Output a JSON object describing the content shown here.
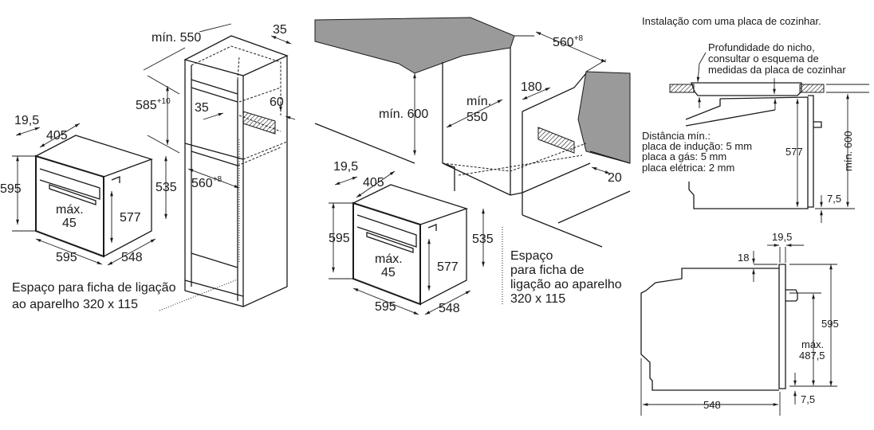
{
  "left_view": {
    "niche_depth": "mín. 550",
    "top_gap": "35",
    "niche_height": "585",
    "niche_height_tol": "+10",
    "vent_depth": "35",
    "vent_height": "60",
    "niche_width": "560",
    "niche_width_tol": "+8",
    "front_thickness": "19,5",
    "front_depth": "405",
    "oven_height": "595",
    "body_height": "535",
    "max_label": "máx.",
    "max_value": "45",
    "inner_height": "577",
    "oven_width": "595",
    "oven_depth": "548",
    "socket_note_line1": "Espaço para ficha de ligação",
    "socket_note_line2": "ao aparelho 320 x 115"
  },
  "middle_view": {
    "niche_width": "560",
    "niche_width_tol": "+8",
    "min_height": "mín. 600",
    "min_depth_label": "mín.",
    "min_depth_value": "550",
    "vent_width": "180",
    "vent_gap": "20",
    "front_thickness": "19,5",
    "front_depth": "405",
    "oven_height": "595",
    "body_height": "535",
    "max_label": "máx.",
    "max_value": "45",
    "inner_height": "577",
    "oven_width": "595",
    "oven_depth": "548",
    "socket_note_line1": "Espaço",
    "socket_note_line2": "para ficha de",
    "socket_note_line3": "ligação ao aparelho",
    "socket_note_line4": "320 x 115"
  },
  "right_top": {
    "title": "Instalação com uma placa de cozinhar.",
    "depth_note_line1": "Profundidade do nicho,",
    "depth_note_line2": "consultar o esquema de",
    "depth_note_line3": "medidas da placa de cozinhar",
    "distance_title": "Distância mín.:",
    "distance_induction": "placa de indução: 5 mm",
    "distance_gas": "placa a gás: 5 mm",
    "distance_electric": "placa elétrica: 2 mm",
    "height": "577",
    "min_height": "mín. 600",
    "bottom_gap": "7,5"
  },
  "right_bottom": {
    "front_thickness": "19,5",
    "top_gap": "18",
    "height": "595",
    "max_label": "máx.",
    "max_value": "487,5",
    "bottom_gap": "7,5",
    "depth": "548"
  }
}
